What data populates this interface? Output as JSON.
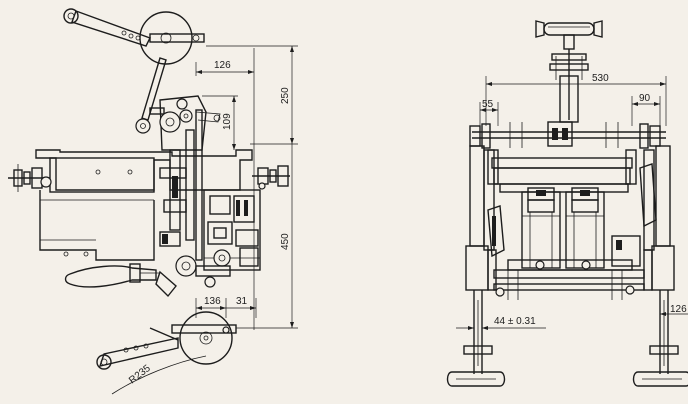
{
  "dimensions": {
    "side_view": {
      "d126": "126",
      "d250": "250",
      "d109": "109",
      "d450": "450",
      "d136": "136",
      "d31": "31",
      "r235": "R235"
    },
    "front_view": {
      "d530": "530",
      "d55": "55",
      "d90": "90",
      "d44": "44 ± 0.31",
      "d126": "126"
    }
  },
  "colors": {
    "background": "#f4f0e9",
    "ink": "#1d1d1d"
  }
}
